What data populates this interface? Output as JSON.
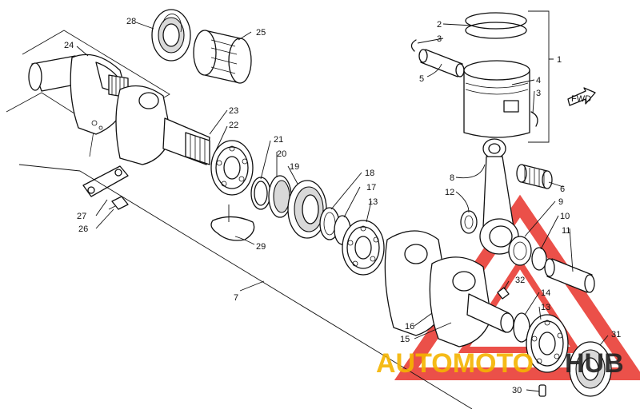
{
  "callouts": {
    "c1": "1",
    "c2": "2",
    "c3a": "3",
    "c3b": "3",
    "c4": "4",
    "c5": "5",
    "c6": "6",
    "c7": "7",
    "c8": "8",
    "c9": "9",
    "c10": "10",
    "c11": "11",
    "c12": "12",
    "c13a": "13",
    "c13b": "13",
    "c14": "14",
    "c15": "15",
    "c16": "16",
    "c17": "17",
    "c18": "18",
    "c19": "19",
    "c20": "20",
    "c21": "21",
    "c22": "22",
    "c23": "23",
    "c24": "24",
    "c25": "25",
    "c26": "26",
    "c27": "27",
    "c28": "28",
    "c29": "29",
    "c30": "30",
    "c31": "31",
    "c32": "32"
  },
  "fwd_label": "FWD",
  "watermark": {
    "text_a": "AUTOMOTO",
    "text_b": "HUB",
    "color_red": "#e8322a",
    "color_yellow": "#f5b400",
    "color_black": "#222222"
  }
}
